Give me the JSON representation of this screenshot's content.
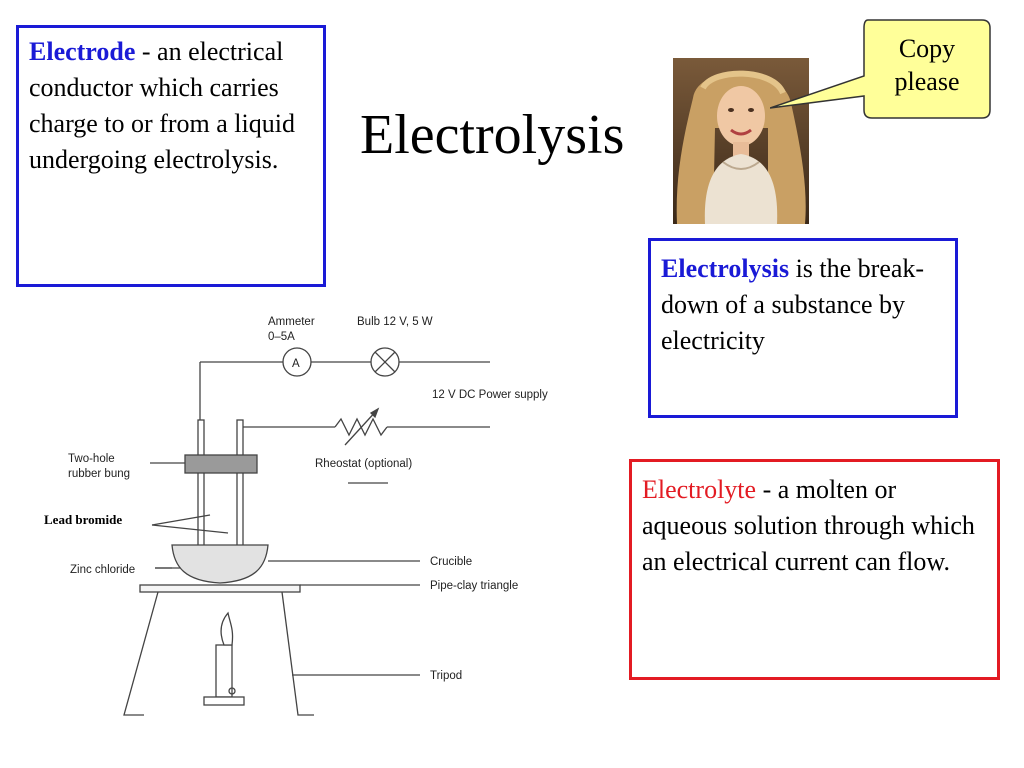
{
  "title": "Electrolysis",
  "electrode_box": {
    "term": "Electrode",
    "definition": " - an electrical conductor which carries charge to or from a liquid undergoing electrolysis."
  },
  "electrolysis_box": {
    "term": "Electrolysis",
    "definition": " is the break-down of a substance by electricity"
  },
  "electrolyte_box": {
    "term": "Electrolyte",
    "definition": "  - a  molten or aqueous solution through which an electrical current can flow."
  },
  "callout": {
    "line1": "Copy",
    "line2": "please"
  },
  "diagram": {
    "labels": {
      "ammeter": "Ammeter",
      "ammeter_range": "0–5A",
      "ammeter_symbol": "A",
      "bulb": "Bulb 12 V, 5 W",
      "power_supply": "12 V DC Power supply",
      "bung_line1": "Two-hole",
      "bung_line2": "rubber bung",
      "rheostat": "Rheostat (optional)",
      "lead_bromide": "Lead bromide",
      "zinc_chloride": "Zinc chloride",
      "crucible": "Crucible",
      "pipe_clay": "Pipe-clay triangle",
      "tripod": "Tripod"
    }
  },
  "colors": {
    "blue_border": "#1a1ad6",
    "red_border": "#e31b23",
    "callout_fill": "#ffff99"
  }
}
